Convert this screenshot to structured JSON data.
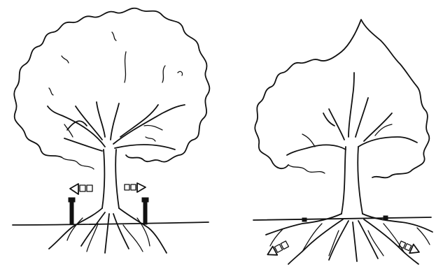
{
  "figure": {
    "background": "#ffffff",
    "ink_color": "#111111",
    "panels": [
      {
        "id": "left",
        "depicts": "tree-with-barrier-stakes",
        "icons": [
          "tree-canopy-icon",
          "tree-trunk-icon",
          "root-system-icon",
          "ground-line-icon",
          "barrier-stake-icon",
          "arrow-left-icon",
          "arrow-right-icon"
        ]
      },
      {
        "id": "right",
        "depicts": "tree-with-roots-spreading",
        "icons": [
          "tree-canopy-icon",
          "tree-trunk-icon",
          "root-system-icon",
          "ground-line-icon",
          "arrow-down-left-icon",
          "arrow-down-right-icon"
        ]
      }
    ]
  }
}
